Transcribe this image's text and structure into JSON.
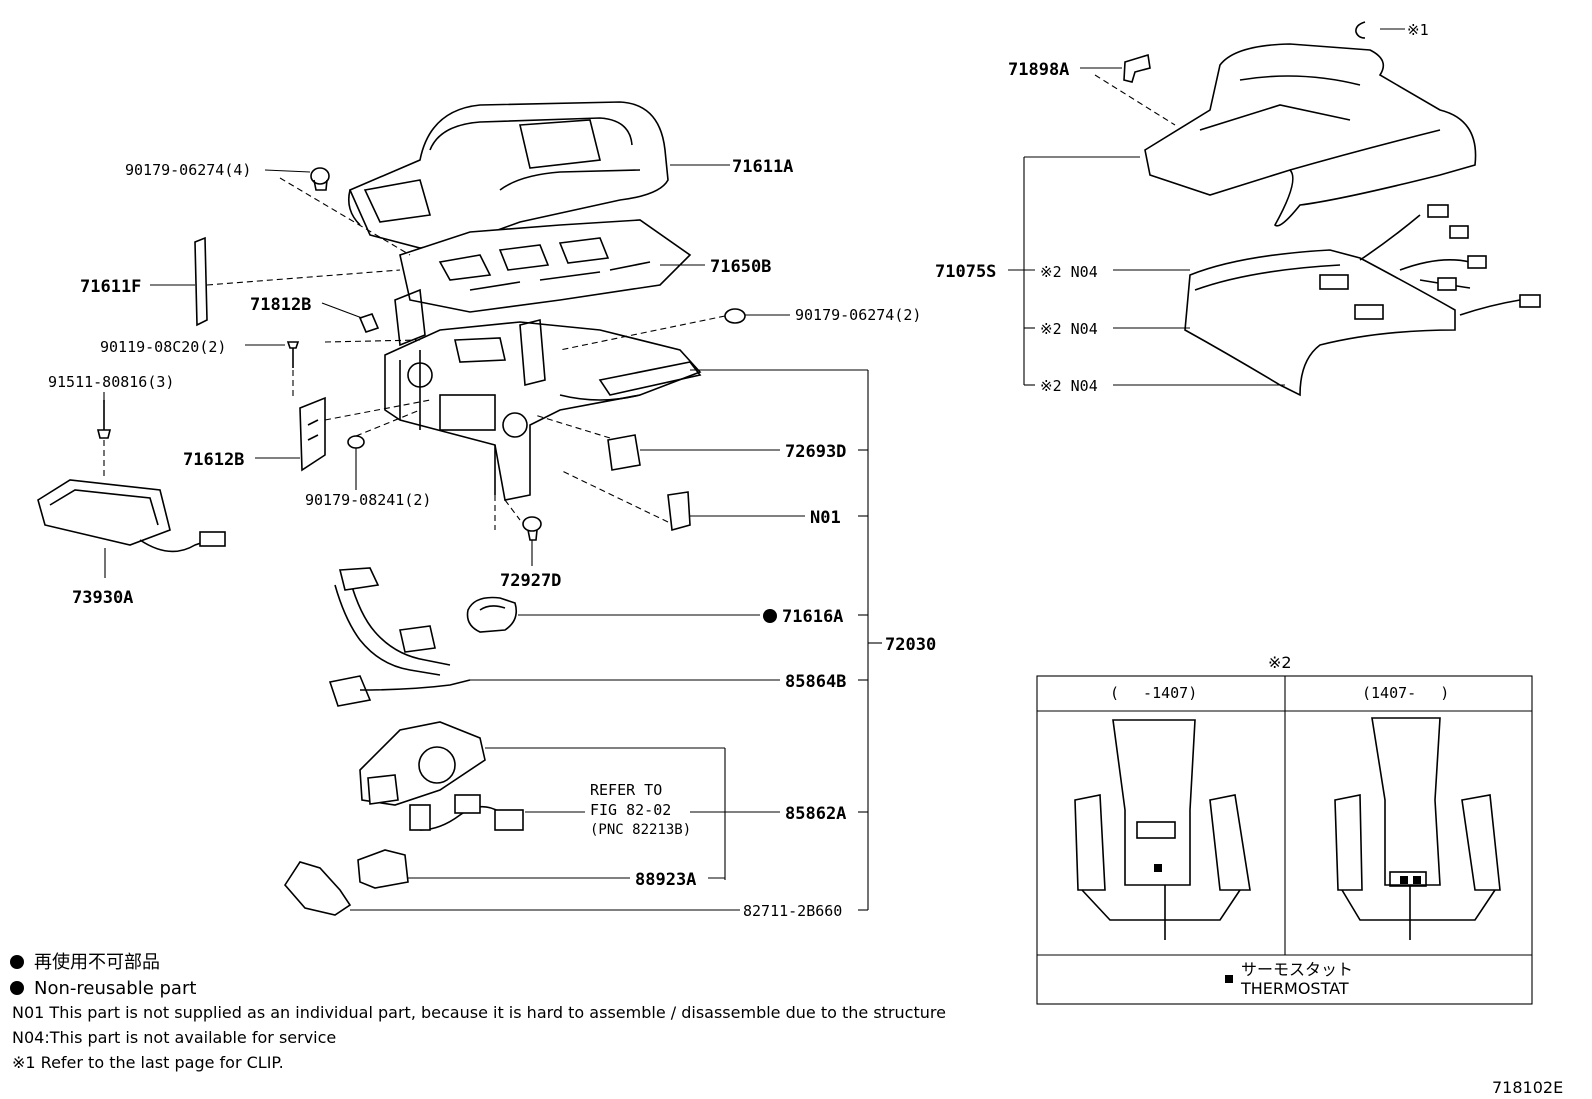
{
  "labels": {
    "p90179_06274_4": "90179-06274(4)",
    "p71611A": "71611A",
    "p71611F": "71611F",
    "p71650B": "71650B",
    "p71812B": "71812B",
    "p90179_06274_2": "90179-06274(2)",
    "p90119_08C20_2": "90119-08C20(2)",
    "p91511_80816_3": "91511-80816(3)",
    "p71612B": "71612B",
    "p72693D": "72693D",
    "p90179_08241_2": "90179-08241(2)",
    "pN01": "N01",
    "p72927D": "72927D",
    "p73930A": "73930A",
    "p71616A": "71616A",
    "p72030": "72030",
    "p85864B": "85864B",
    "p85862A": "85862A",
    "p88923A": "88923A",
    "p82711_2B660": "82711-2B660",
    "p71898A": "71898A",
    "p71075S": "71075S",
    "note1_mark": "※1",
    "n04_a": "※2 N04",
    "n04_b": "※2 N04",
    "n04_c": "※2 N04"
  },
  "refer": {
    "line1": "REFER TO",
    "line2": "FIG 82-02",
    "line3": "(PNC 82213B)"
  },
  "inset": {
    "title": "※2",
    "col_left": "(　 -1407)",
    "col_right": "(1407- 　)",
    "legend_jp": "サーモスタット",
    "legend_en": "THERMOSTAT"
  },
  "notes": {
    "jp": "再使用不可部品",
    "en": "Non-reusable part",
    "n01": "N01 This part is not supplied as an individual part, because it is hard to assemble / disassemble due to the structure",
    "n04": "N04:This part is not available for service",
    "clip": "※1  Refer to the last page for CLIP."
  },
  "figure_id": "718102E"
}
